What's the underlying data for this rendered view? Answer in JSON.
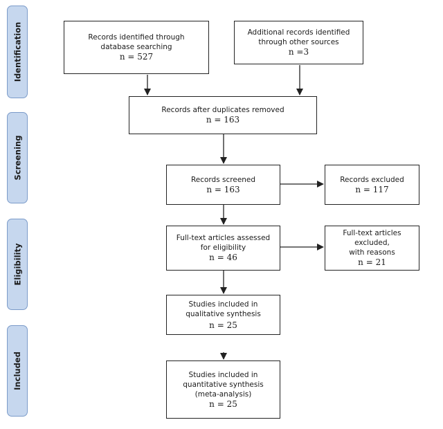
{
  "stages": [
    {
      "id": "identification",
      "label": "Identification"
    },
    {
      "id": "screening",
      "label": "Screening"
    },
    {
      "id": "eligibility",
      "label": "Eligibility"
    },
    {
      "id": "included",
      "label": "Included"
    }
  ],
  "boxes": {
    "database_records": {
      "lines": [
        "Records identified through",
        "database searching"
      ],
      "count": "n = 527"
    },
    "additional_records": {
      "lines": [
        "Additional records identified",
        "through other sources"
      ],
      "count": "n =3"
    },
    "after_duplicates": {
      "lines": [
        "Records after duplicates removed"
      ],
      "count": "n = 163"
    },
    "screened": {
      "lines": [
        "Records screened"
      ],
      "count": "n = 163"
    },
    "excluded": {
      "lines": [
        "Records excluded"
      ],
      "count": "n = 117"
    },
    "fulltext_assessed": {
      "lines": [
        "Full-text articles assessed",
        "for eligibility"
      ],
      "count": "n = 46"
    },
    "fulltext_excluded": {
      "lines": [
        "Full-text articles excluded,",
        "with reasons"
      ],
      "count": "n = 21"
    },
    "qualitative": {
      "lines": [
        "Studies included in",
        "qualitative synthesis"
      ],
      "count": "n = 25"
    },
    "quantitative": {
      "lines": [
        "Studies included in",
        "quantitative synthesis",
        "(meta-analysis)"
      ],
      "count": "n = 25"
    }
  }
}
